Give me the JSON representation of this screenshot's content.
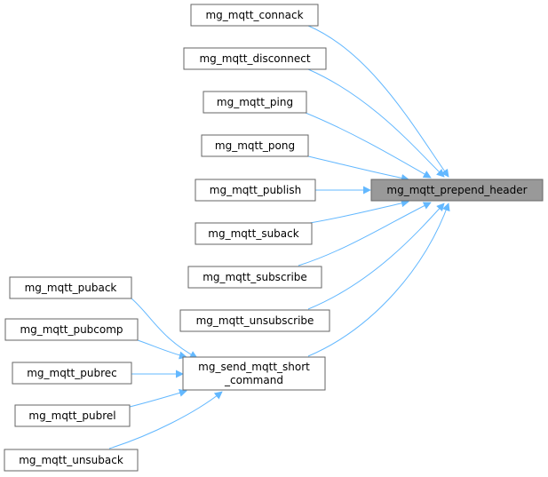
{
  "target": {
    "id": "n0",
    "label": "mg_mqtt_prepend_header"
  },
  "nodes": [
    {
      "id": "n1",
      "label": "mg_mqtt_connack"
    },
    {
      "id": "n2",
      "label": "mg_mqtt_disconnect"
    },
    {
      "id": "n3",
      "label": "mg_mqtt_ping"
    },
    {
      "id": "n4",
      "label": "mg_mqtt_pong"
    },
    {
      "id": "n5",
      "label": "mg_mqtt_publish"
    },
    {
      "id": "n6",
      "label": "mg_mqtt_suback"
    },
    {
      "id": "n7",
      "label": "mg_mqtt_subscribe"
    },
    {
      "id": "n8",
      "label": "mg_mqtt_unsubscribe"
    },
    {
      "id": "n9",
      "label_line1": "mg_send_mqtt_short",
      "label_line2": "_command"
    },
    {
      "id": "n10",
      "label": "mg_mqtt_puback"
    },
    {
      "id": "n11",
      "label": "mg_mqtt_pubcomp"
    },
    {
      "id": "n12",
      "label": "mg_mqtt_pubrec"
    },
    {
      "id": "n13",
      "label": "mg_mqtt_pubrel"
    },
    {
      "id": "n14",
      "label": "mg_mqtt_unsuback"
    }
  ],
  "edges": [
    {
      "from": "mg_mqtt_connack",
      "to": "mg_mqtt_prepend_header"
    },
    {
      "from": "mg_mqtt_disconnect",
      "to": "mg_mqtt_prepend_header"
    },
    {
      "from": "mg_mqtt_ping",
      "to": "mg_mqtt_prepend_header"
    },
    {
      "from": "mg_mqtt_pong",
      "to": "mg_mqtt_prepend_header"
    },
    {
      "from": "mg_mqtt_publish",
      "to": "mg_mqtt_prepend_header"
    },
    {
      "from": "mg_mqtt_suback",
      "to": "mg_mqtt_prepend_header"
    },
    {
      "from": "mg_mqtt_subscribe",
      "to": "mg_mqtt_prepend_header"
    },
    {
      "from": "mg_mqtt_unsubscribe",
      "to": "mg_mqtt_prepend_header"
    },
    {
      "from": "mg_send_mqtt_short_command",
      "to": "mg_mqtt_prepend_header"
    },
    {
      "from": "mg_mqtt_puback",
      "to": "mg_send_mqtt_short_command"
    },
    {
      "from": "mg_mqtt_pubcomp",
      "to": "mg_send_mqtt_short_command"
    },
    {
      "from": "mg_mqtt_pubrec",
      "to": "mg_send_mqtt_short_command"
    },
    {
      "from": "mg_mqtt_pubrel",
      "to": "mg_send_mqtt_short_command"
    },
    {
      "from": "mg_mqtt_unsuback",
      "to": "mg_send_mqtt_short_command"
    }
  ],
  "colors": {
    "edge": "#63b8ff",
    "target_fill": "#999999",
    "node_fill": "#ffffff",
    "node_border": "#666666"
  }
}
